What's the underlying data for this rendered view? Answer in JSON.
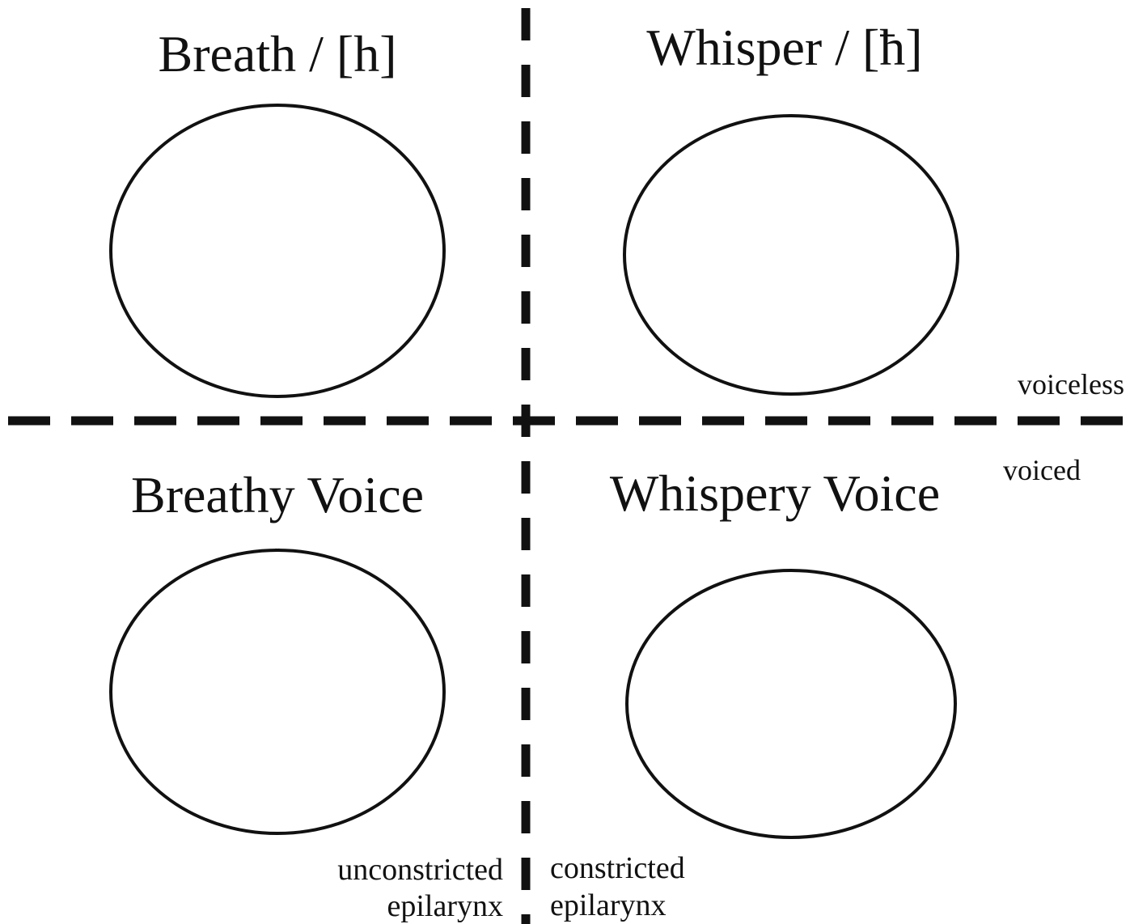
{
  "panels": {
    "breath": {
      "title": "Breath / [h]"
    },
    "whisper": {
      "title": "Whisper / [ħ]"
    },
    "breathy_voice": {
      "title": "Breathy Voice"
    },
    "whispery_voice": {
      "title": "Whispery Voice"
    }
  },
  "axes": {
    "upper_label": "voiceless",
    "lower_label": "voiced",
    "left_label_line1": "unconstricted",
    "left_label_line2": "epilarynx",
    "right_label_line1": "constricted",
    "right_label_line2": "epilarynx"
  },
  "colors": {
    "light_gray": "#a6a6a6",
    "dark_gray": "#5c5c5c",
    "line": "#111111"
  }
}
